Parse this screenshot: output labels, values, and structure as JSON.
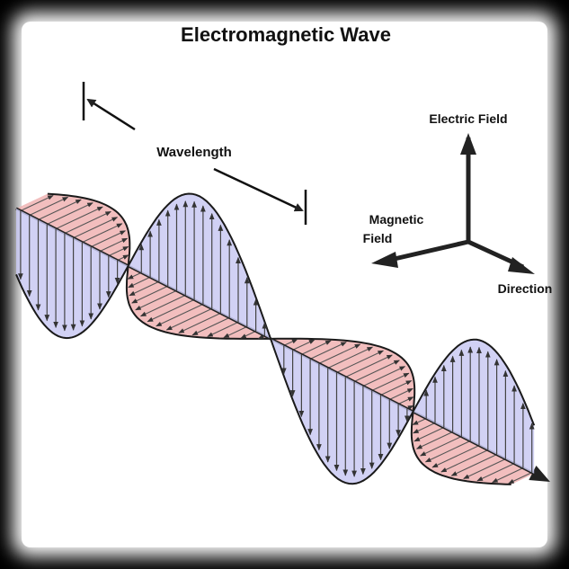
{
  "title": "Electromagnetic Wave",
  "labels": {
    "wavelength": "Wavelength",
    "electric_field": "Electric Field",
    "magnetic_field_line1": "Magnetic",
    "magnetic_field_line2": "Field",
    "direction": "Direction"
  },
  "colors": {
    "electric_fill": "#c9c9f2",
    "magnetic_fill": "#f0b3b3",
    "outline": "#1a1a1a",
    "background": "#ffffff",
    "frame": "#000000"
  }
}
